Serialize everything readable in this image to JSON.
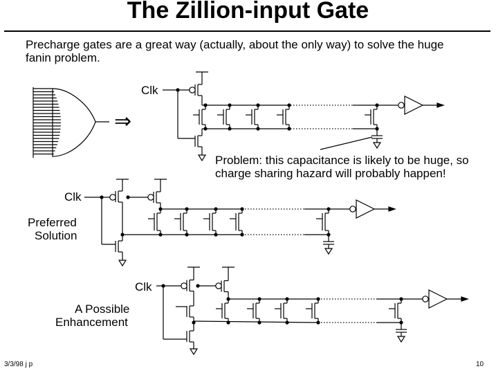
{
  "title": "The Zillion-input Gate",
  "intro": {
    "line1": "Precharge gates are a great way (actually, about the only way) to solve the huge",
    "line2": "fanin problem."
  },
  "top_circuit": {
    "clk_label": "Clk",
    "arrow_symbol": "⇒",
    "problem_line1": "Problem:  this capacitance is likely to be huge, so",
    "problem_line2": "charge sharing hazard will probably  happen!"
  },
  "middle_circuit": {
    "clk_label": "Clk",
    "caption_line1": "Preferred",
    "caption_line2": "Solution"
  },
  "bottom_circuit": {
    "clk_label": "Clk",
    "caption_line1": "A Possible",
    "caption_line2": "Enhancement"
  },
  "footer": {
    "date": "3/3/98  j p",
    "page": "10"
  }
}
